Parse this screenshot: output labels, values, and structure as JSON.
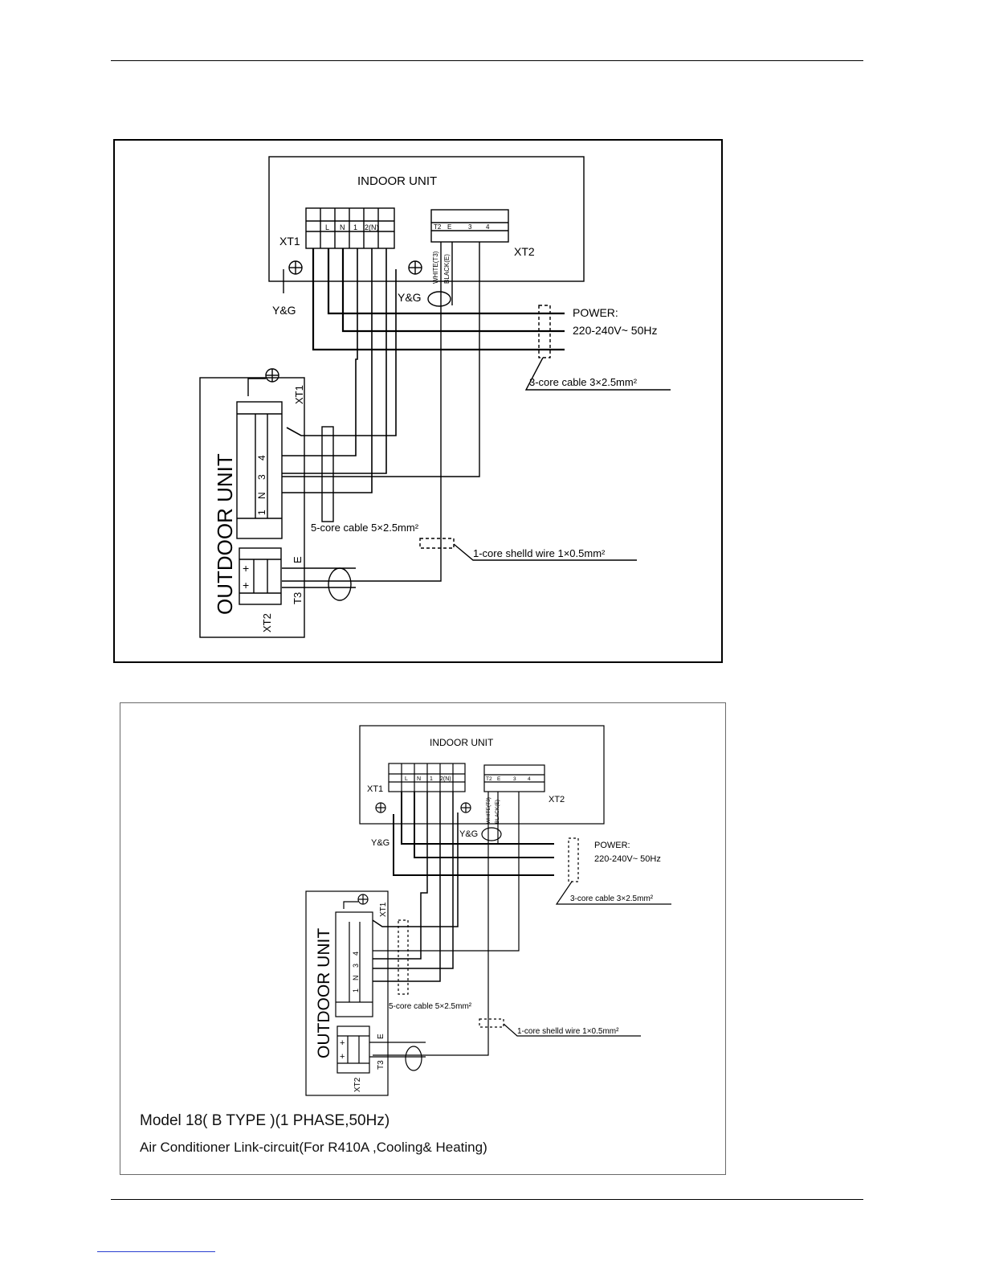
{
  "diagram": {
    "indoor_unit_label": "INDOOR UNIT",
    "outdoor_unit_label": "OUTDOOR UNIT",
    "xt1_label": "XT1",
    "xt2_label": "XT2",
    "yg_label": "Y&G",
    "indoor_xt1_terminals": [
      "L",
      "N",
      "1",
      "2(N)"
    ],
    "indoor_xt2_terminals": [
      "T2",
      "E",
      "3",
      "4"
    ],
    "signal_wire_white": "WHITE(T3)",
    "signal_wire_black": "BLACK(E)",
    "power_label": "POWER:",
    "power_spec": "220-240V~  50Hz",
    "cable_3core": "3-core cable 3×2.5mm²",
    "cable_5core": "5-core cable 5×2.5mm²",
    "cable_1core": "1-core shelld wire 1×0.5mm²",
    "outdoor_xt1_terminals": [
      "4",
      "3",
      "N",
      "1"
    ],
    "outdoor_xt2_symbols": [
      "+",
      "+"
    ],
    "outdoor_e_label": "E",
    "outdoor_t3_label": "T3"
  },
  "caption": {
    "model": "Model 18( B TYPE )(1 PHASE,50Hz)",
    "description": "Air Conditioner Link-circuit(For R410A ,Cooling& Heating)"
  }
}
